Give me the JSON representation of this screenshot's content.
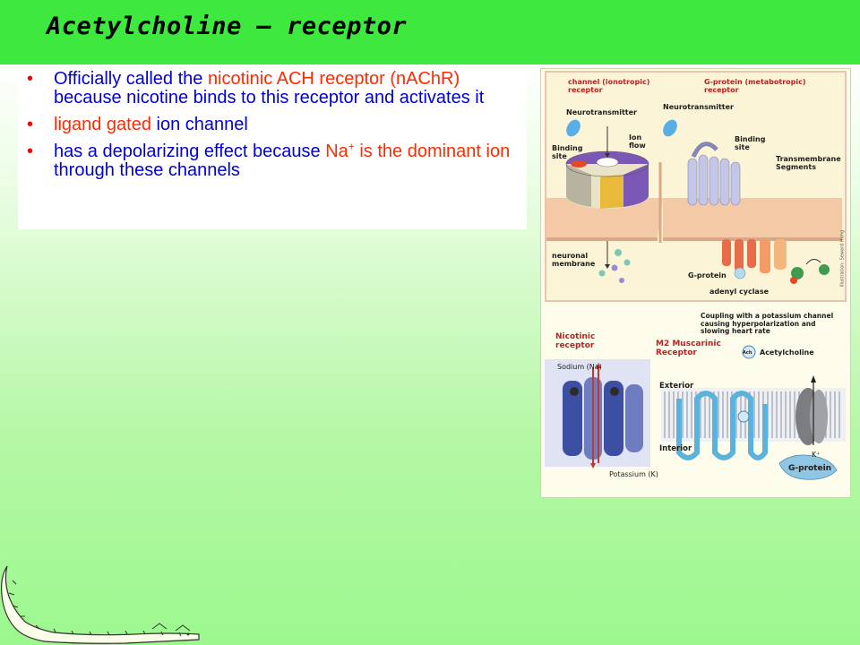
{
  "slide": {
    "title": "Acetylcholine – receptor"
  },
  "bullets": [
    {
      "parts": [
        {
          "text": "Officially called the ",
          "color": "blue"
        },
        {
          "text": "nicotinic ACH receptor (nAChR)",
          "color": "red"
        },
        {
          "text": " because nicotine binds to this receptor and activates it",
          "color": "blue"
        }
      ]
    },
    {
      "parts": [
        {
          "text": "ligand gated ",
          "color": "red"
        },
        {
          "text": "ion channel",
          "color": "blue"
        }
      ]
    },
    {
      "parts": [
        {
          "text": "has a depolarizing effect because ",
          "color": "blue"
        },
        {
          "text": "Na",
          "color": "red"
        },
        {
          "text": "+",
          "color": "red",
          "sup": true
        },
        {
          "text": " is the dominant ion ",
          "color": "red"
        },
        {
          "text": "through these channels",
          "color": "blue"
        }
      ]
    }
  ],
  "figure_top": {
    "channel_title": "channel (ionotropic)\nreceptor",
    "gprotein_title": "G-protein (metabotropic)\nreceptor",
    "neurotransmitter_left": "Neurotransmitter",
    "neurotransmitter_right": "Neurotransmitter",
    "ion_flow": "Ion\nflow",
    "binding_site_left": "Binding\nsite",
    "binding_site_right": "Binding\nsite",
    "transmembrane": "Transmembrane\nSegments",
    "neuronal_membrane": "neuronal\nmembrane",
    "g_protein": "G-protein",
    "adenyl_cyclase": "adenyl cyclase",
    "credit": "Illustration: Seward Hung"
  },
  "figure_bottom": {
    "coupling": "Coupling with a potassium channel\ncausing hyperpolarization and\nslowing heart rate",
    "nicotinic": "Nicotinic\nreceptor",
    "m2": "M2 Muscarinic\nReceptor",
    "sodium": "Sodium (Na)",
    "acetylcholine": "Acetylcholine",
    "exterior": "Exterior",
    "interior": "Interior",
    "potassium": "Potassium (K)",
    "k_plus": "K⁺",
    "g_protein": "G-protein",
    "ach": "Ach"
  },
  "colors": {
    "title_bar": "#3ee83e",
    "text_blue": "#0000d4",
    "text_red": "#ff2a00",
    "bullet": "#ff0000"
  },
  "decoration": "crocodile-sketch"
}
